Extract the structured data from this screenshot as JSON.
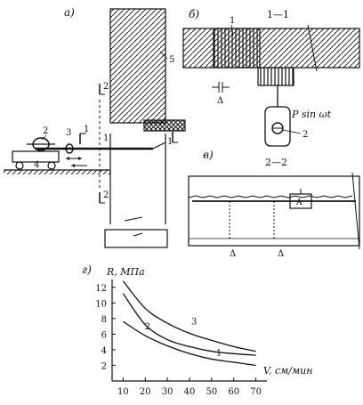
{
  "panels": {
    "a": {
      "label": "а)",
      "callouts": [
        "1",
        "2",
        "3",
        "4",
        "5"
      ],
      "section_marks": [
        "1",
        "1",
        "2",
        "2"
      ]
    },
    "b": {
      "label": "б)",
      "section_title": "1—1",
      "callouts": [
        "1",
        "2"
      ],
      "force_label": "P sin ωt",
      "gap_label": "Δ"
    },
    "v": {
      "label": "в)",
      "section_title": "2—2",
      "gauge_label": "A",
      "gap_labels": [
        "Δ",
        "Δ"
      ]
    },
    "g": {
      "label": "г)"
    }
  },
  "chart_data": {
    "type": "line",
    "ylabel": "R, МПа",
    "xlabel": "V, см/мин",
    "x_ticks": [
      10,
      20,
      30,
      40,
      50,
      60,
      70
    ],
    "y_ticks": [
      2,
      4,
      6,
      8,
      10,
      12
    ],
    "xlim": [
      5,
      75
    ],
    "ylim": [
      0,
      13
    ],
    "grid": false,
    "series": [
      {
        "name": "1",
        "x": [
          10,
          20,
          30,
          40,
          50,
          60,
          70
        ],
        "y": [
          7.6,
          5.8,
          4.5,
          3.5,
          2.8,
          2.4,
          2.0
        ]
      },
      {
        "name": "2",
        "x": [
          10,
          20,
          30,
          40,
          50,
          60,
          70
        ],
        "y": [
          11.2,
          7.2,
          5.3,
          4.4,
          3.8,
          3.5,
          3.3
        ]
      },
      {
        "name": "3",
        "x": [
          10,
          20,
          30,
          40,
          50,
          60,
          70
        ],
        "y": [
          12.8,
          9.3,
          7.4,
          6.1,
          5.2,
          4.4,
          3.8
        ]
      }
    ]
  }
}
